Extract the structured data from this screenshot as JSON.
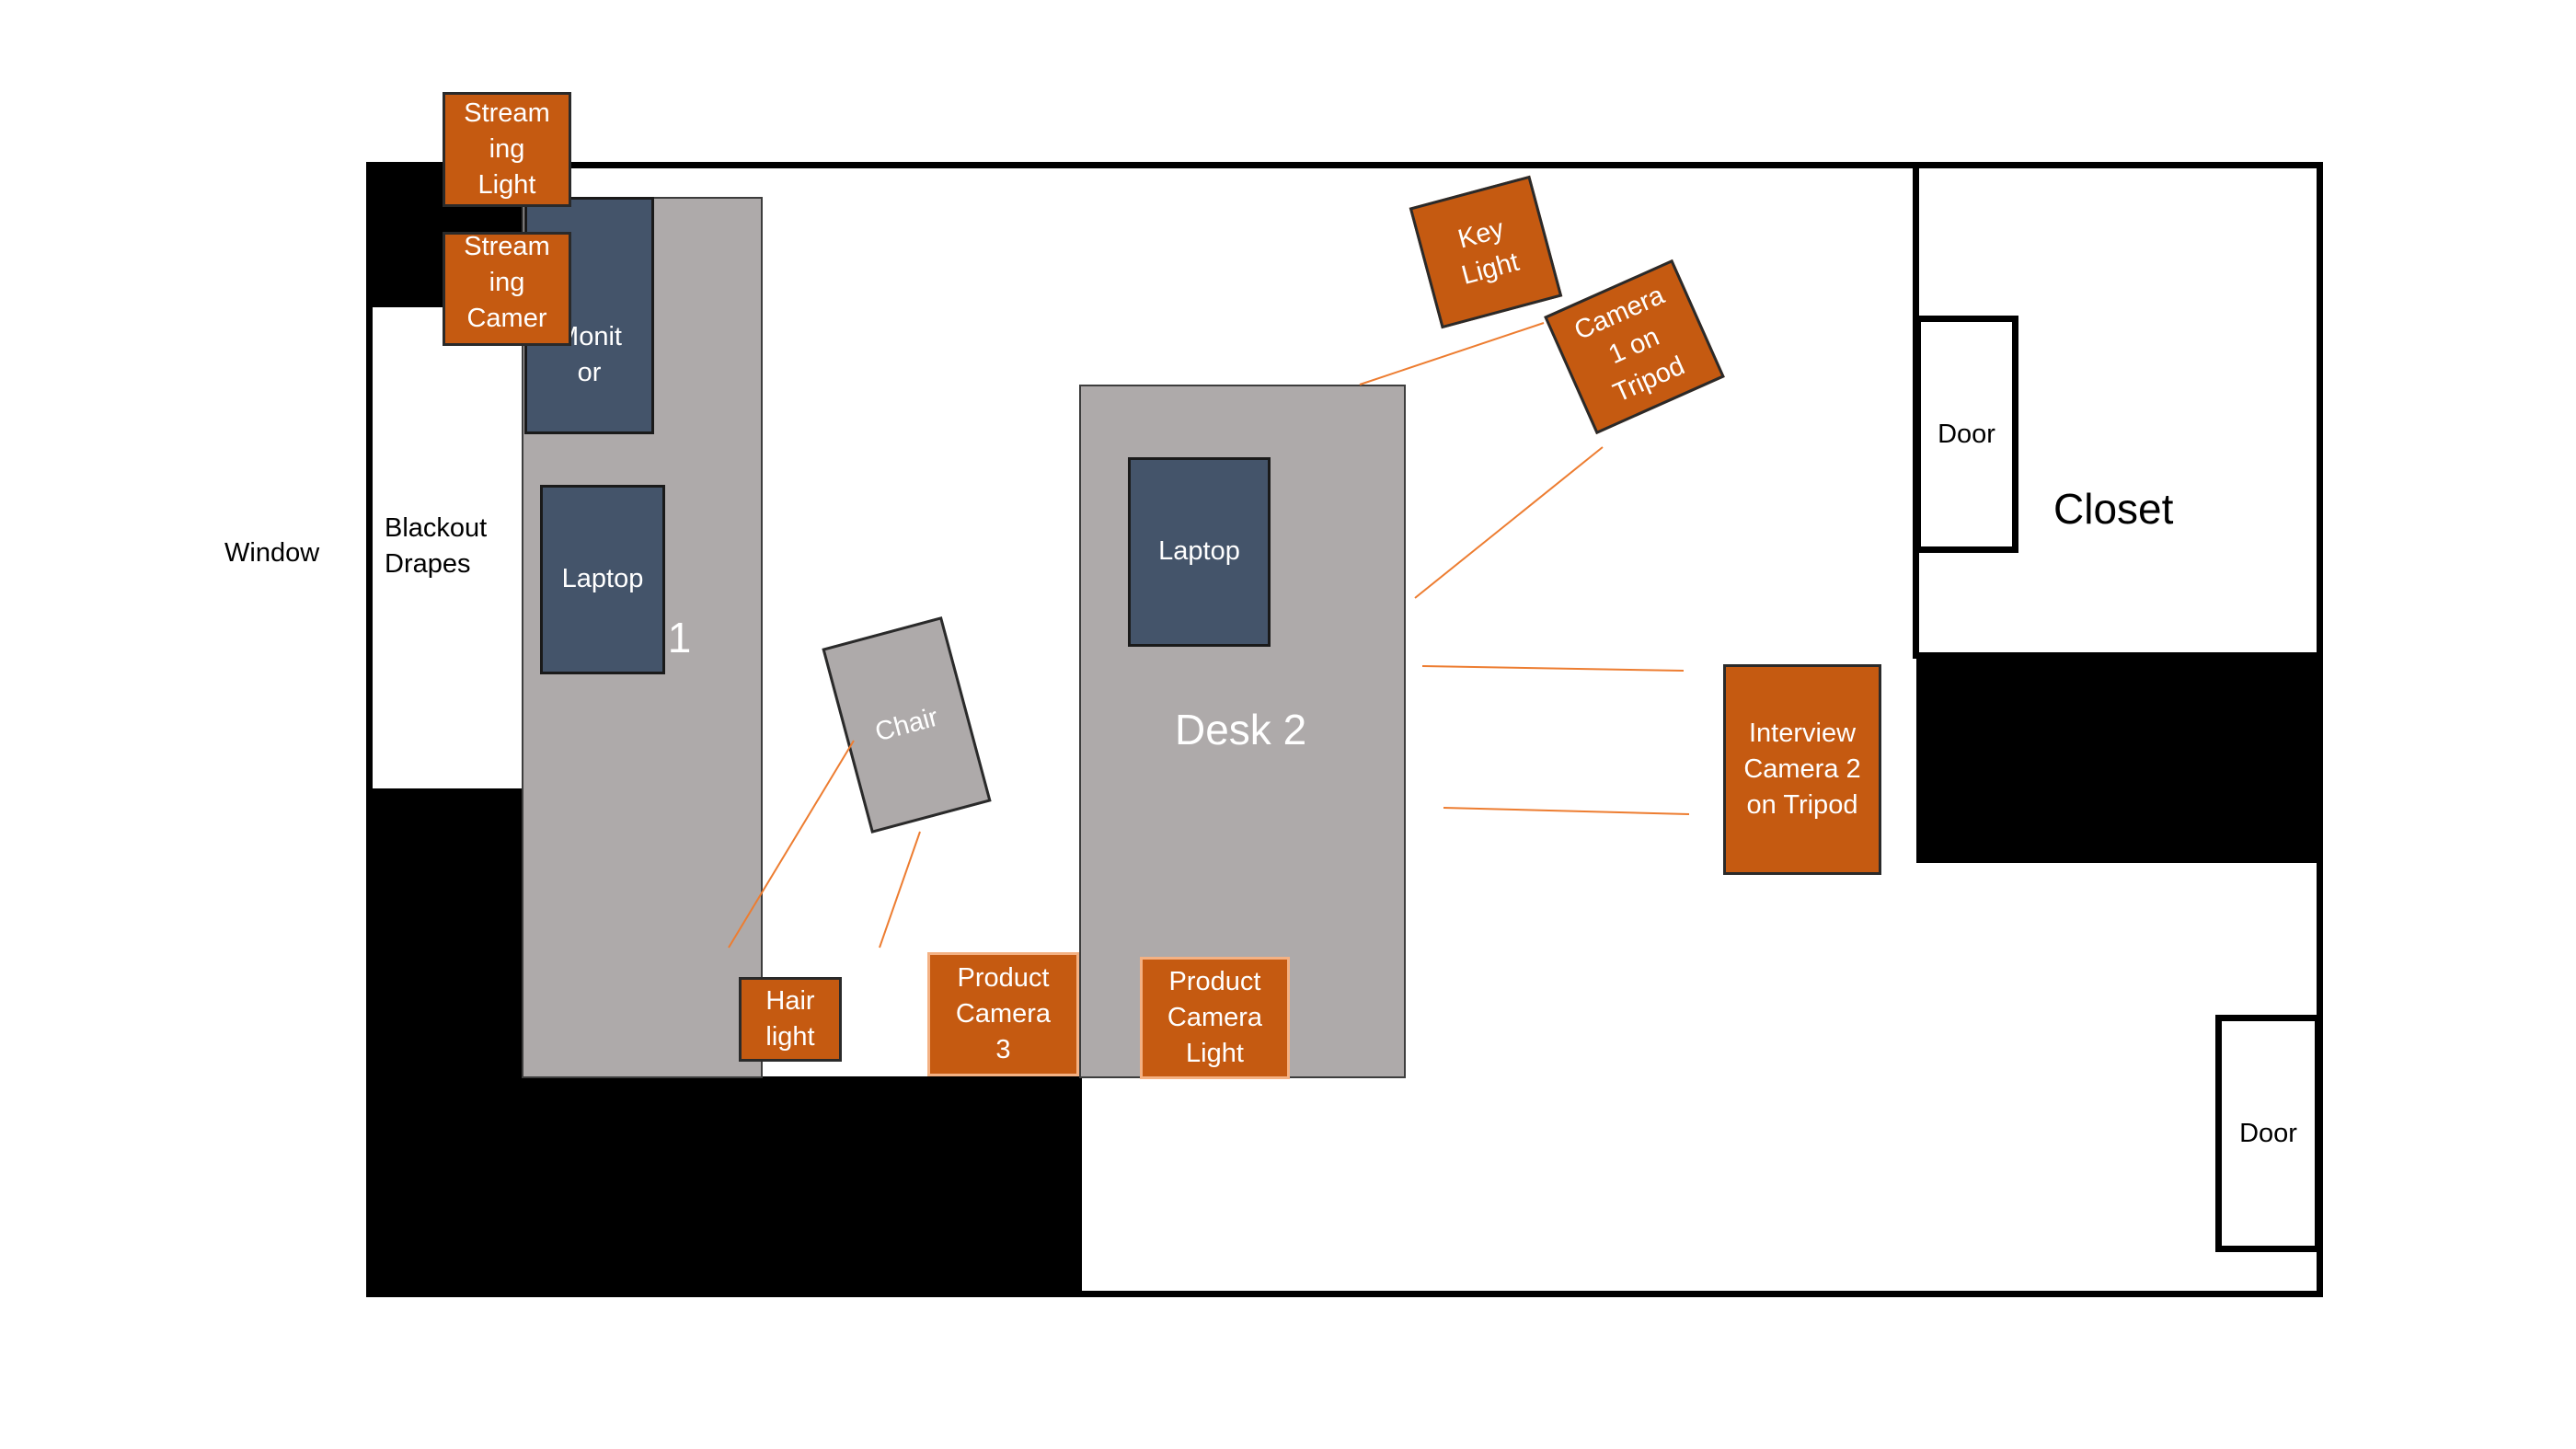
{
  "labels": {
    "window": "Window",
    "blackout_drapes": "Blackout\nDrapes",
    "closet": "Closet",
    "door_closet": "Door",
    "door_room": "Door",
    "desk1": "k 1",
    "desk2": "Desk 2",
    "monitor": "Monit\nor",
    "laptop1": "Laptop",
    "laptop2": "Laptop",
    "chair": "Chair"
  },
  "equipment": {
    "streaming_light": "Stream\ning\nLight",
    "streaming_camera": "Stream\ning\nCamer\na",
    "key_light": "Key\nLight",
    "camera1": "Camera\n1 on\nTripod",
    "interview_camera2": "Interview\nCamera 2\non Tripod",
    "hair_light": "Hair\nlight",
    "product_camera3": "Product\nCamera\n3",
    "product_camera_light": "Product\nCamera\nLight"
  },
  "colors": {
    "equipment": "#c55a11",
    "device": "#44546a",
    "desk": "#aeaaaa",
    "wall": "#000000",
    "sightline": "#ed7d31"
  }
}
